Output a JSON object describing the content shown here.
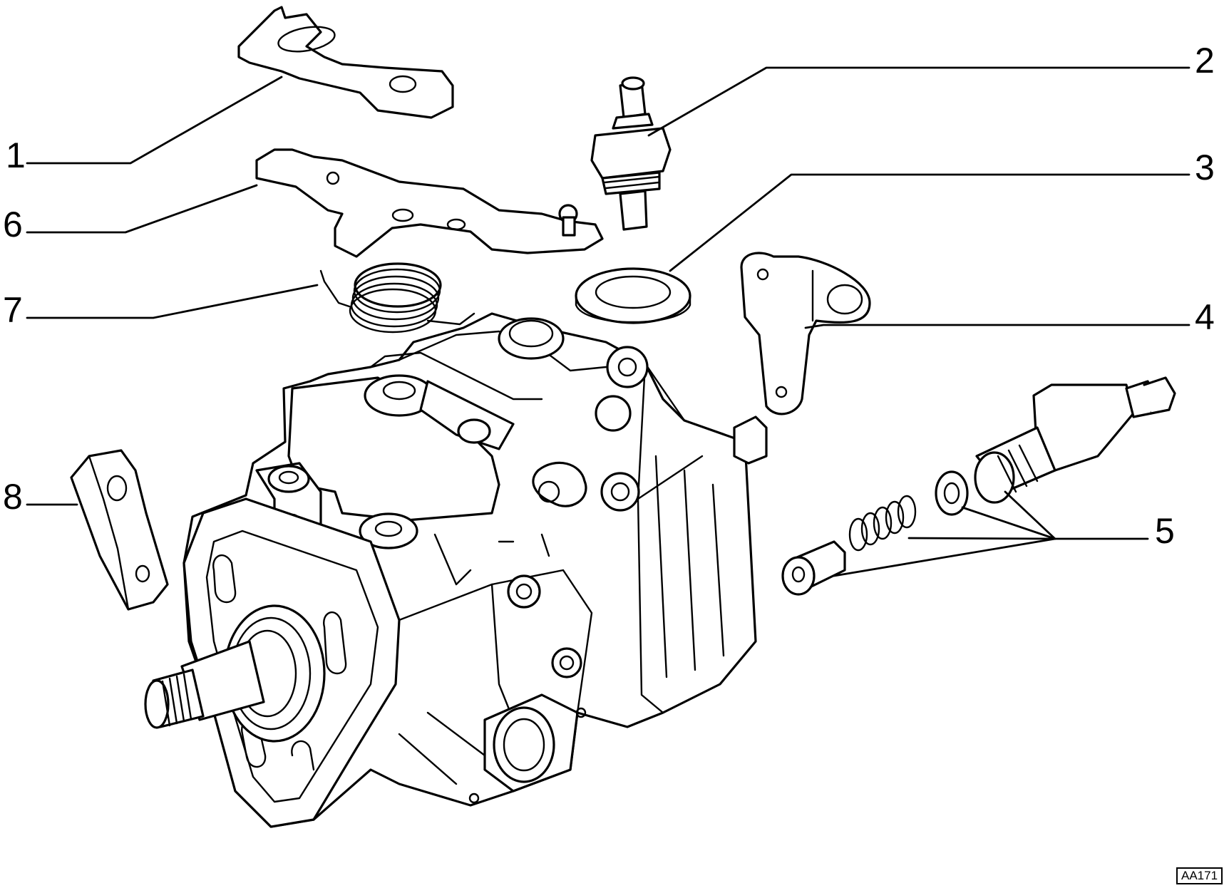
{
  "diagram": {
    "callouts": [
      {
        "id": "1",
        "label": "1"
      },
      {
        "id": "2",
        "label": "2"
      },
      {
        "id": "3",
        "label": "3"
      },
      {
        "id": "4",
        "label": "4"
      },
      {
        "id": "5",
        "label": "5"
      },
      {
        "id": "6",
        "label": "6"
      },
      {
        "id": "7",
        "label": "7"
      },
      {
        "id": "8",
        "label": "8"
      }
    ],
    "reference_code": "AA171"
  }
}
